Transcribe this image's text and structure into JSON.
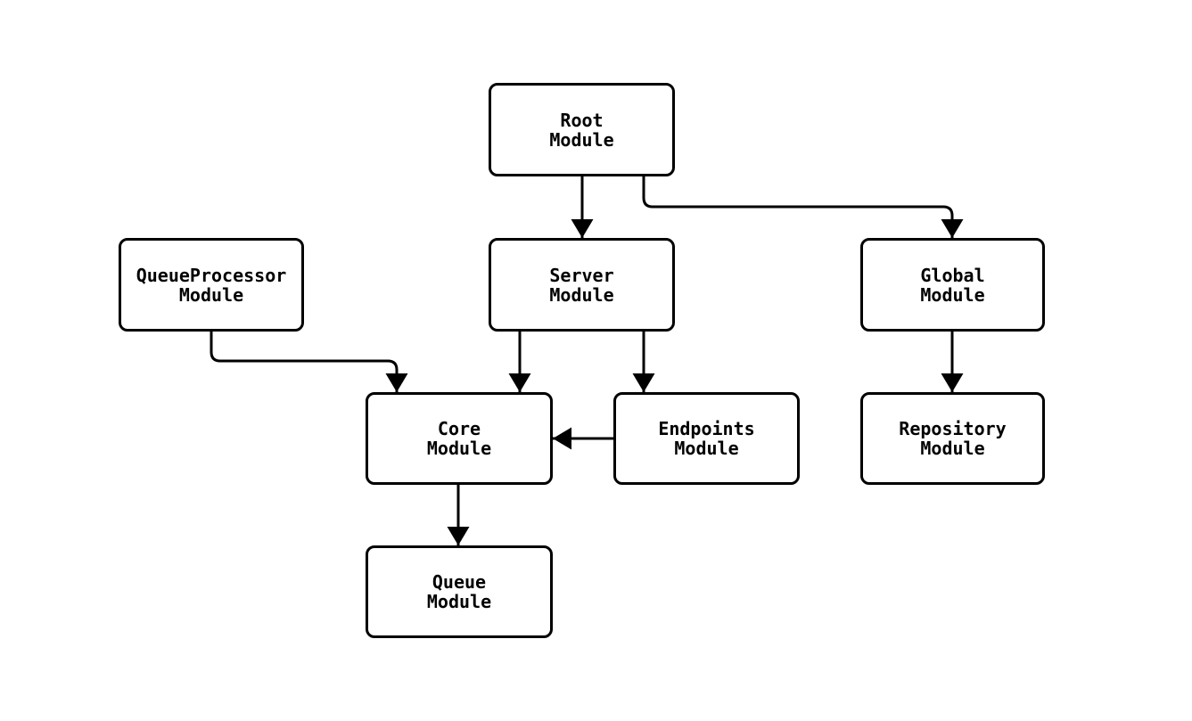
{
  "diagram": {
    "type": "flowchart",
    "background_color": "#ffffff",
    "stroke_color": "#000000",
    "node_fill_color": "#ffffff",
    "nodes": [
      {
        "id": "root",
        "line1": "Root",
        "line2": "Module"
      },
      {
        "id": "queueprocessor",
        "line1": "QueueProcessor",
        "line2": "Module"
      },
      {
        "id": "server",
        "line1": "Server",
        "line2": "Module"
      },
      {
        "id": "global",
        "line1": "Global",
        "line2": "Module"
      },
      {
        "id": "core",
        "line1": "Core",
        "line2": "Module"
      },
      {
        "id": "endpoints",
        "line1": "Endpoints",
        "line2": "Module"
      },
      {
        "id": "repository",
        "line1": "Repository",
        "line2": "Module"
      },
      {
        "id": "queue",
        "line1": "Queue",
        "line2": "Module"
      }
    ],
    "edges": [
      {
        "from": "root",
        "to": "server"
      },
      {
        "from": "root",
        "to": "global"
      },
      {
        "from": "queueprocessor",
        "to": "core"
      },
      {
        "from": "server",
        "to": "core"
      },
      {
        "from": "server",
        "to": "endpoints"
      },
      {
        "from": "endpoints",
        "to": "core"
      },
      {
        "from": "global",
        "to": "repository"
      },
      {
        "from": "core",
        "to": "queue"
      }
    ]
  }
}
